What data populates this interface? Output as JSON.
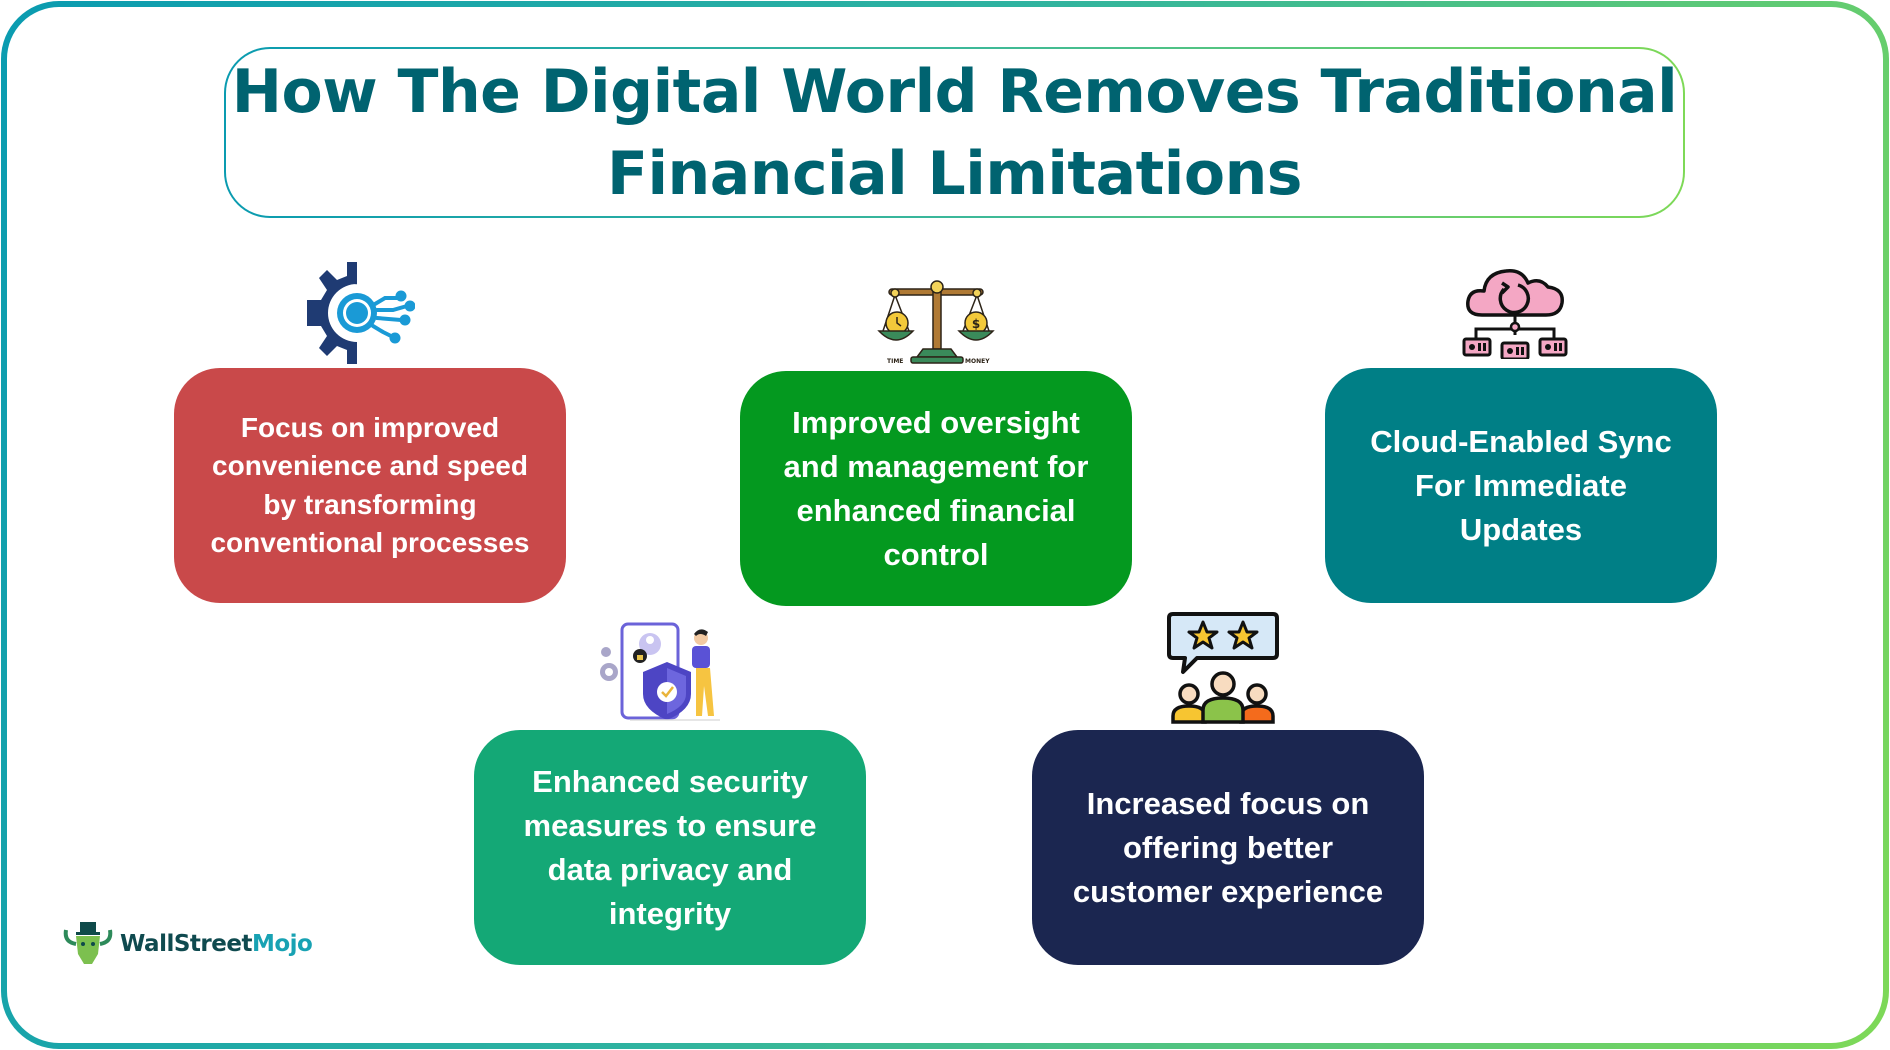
{
  "title": {
    "line1": "How The Digital World Removes Traditional",
    "line2": "Financial Limitations",
    "color": "#006370"
  },
  "frame": {
    "gradient_start": "#0a9bb0",
    "gradient_end": "#7ed957"
  },
  "cards": [
    {
      "text": "Focus on improved convenience and speed by transforming conventional processes",
      "color": "#c9494a",
      "icon": "gear-circuit-icon"
    },
    {
      "text": "Improved oversight and management for enhanced financial control",
      "color": "#04991f",
      "icon": "balance-scale-icon"
    },
    {
      "text": "Cloud-Enabled Sync For Immediate Updates",
      "color": "#007f86",
      "icon": "cloud-sync-icon"
    },
    {
      "text": "Enhanced security measures to ensure data privacy and integrity",
      "color": "#14a876",
      "icon": "security-shield-icon"
    },
    {
      "text": "Increased focus on offering better customer experience",
      "color": "#1b2650",
      "icon": "customer-review-icon"
    }
  ],
  "icons": {
    "scale_left_label": "TIME",
    "scale_right_label": "MONEY"
  },
  "logo": {
    "part1": "WallStreet",
    "part2": "Mojo"
  }
}
